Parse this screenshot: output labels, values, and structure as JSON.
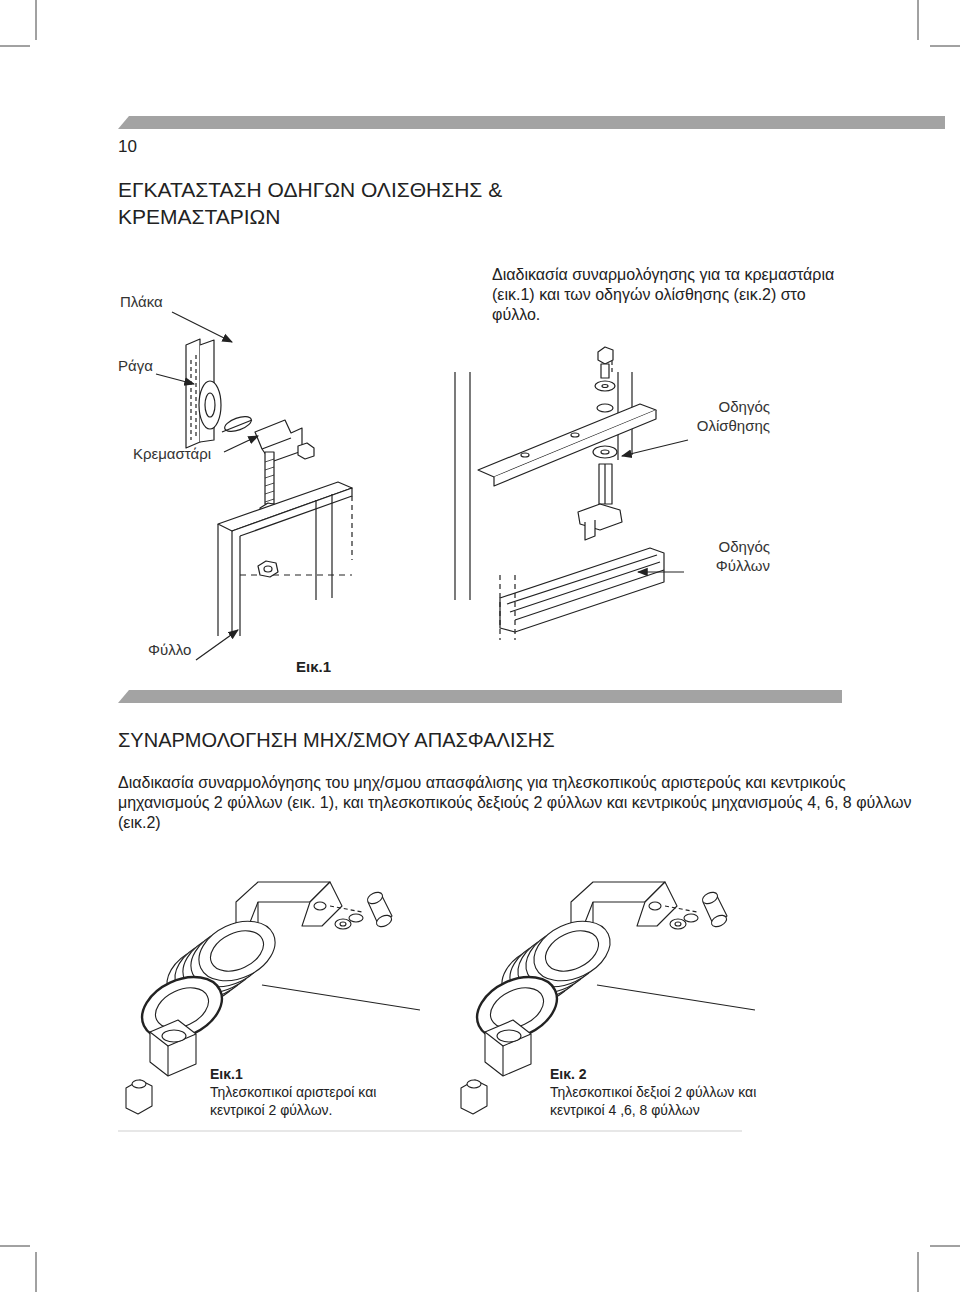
{
  "diagram": {
    "title": "ΕΓΚΑΤΑΣΤΑΣΗ ΟΔΗΓΩΝ ΟΛΙΣΘΗΣΗΣ & ΚΡΕΜΑΣΤΑΡΙΩΝ",
    "labels": [
      "10",
      "Διαδικασία συναρμολόγησης για τα κρεμαστάρια (εικ.1) και των οδηγών ολίσθησης (εικ.2) στο φύλλο.",
      "Πλάκα",
      "Ράγα",
      "Κρεμαστάρι",
      "Οδηγός Ολίσθησης",
      "Οδηγός Φύλλων",
      "Φύλλο",
      "Εικ.1",
      "ΣΥΝΑΡΜΟΛΟΓΗΣΗ ΜΗΧ/ΣΜΟΥ ΑΠΑΣΦΑΛΙΣΗΣ",
      "Διαδικασία συναρμολόγησης του μηχ/σμου απασφάλισης για τηλεσκοπικούς αριστερούς και κεντρικούς μηχανισμούς 2 φύλλων (εικ. 1), και τηλεσκοπικούς δεξιούς 2 φύλλων και κεντρικούς μηχανισμούς 4, 6, 8 φύλλων (εικ.2)",
      "Εικ.1",
      "Τηλεσκοπικοί αριστεροί και κεντρικοί 2 φύλλων.",
      "Εικ. 2",
      "Τηλεσκοπικοί δεξιοί 2 φύλλων και κεντρικοί 4 ,6, 8 φύλλων"
    ]
  }
}
